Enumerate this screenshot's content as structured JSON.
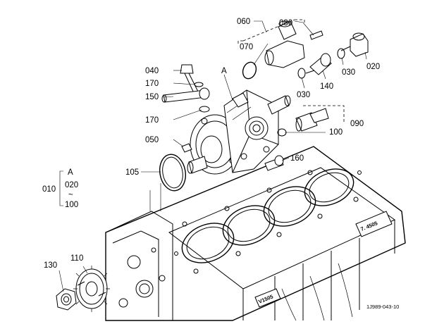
{
  "diagram": {
    "reference_code": "1J989-043-10",
    "view_marker": "A",
    "callouts": {
      "c010": "010",
      "c020": "020",
      "c030a": "030",
      "c030b": "030",
      "c040": "040",
      "c050": "050",
      "c060": "060",
      "c070": "070",
      "c080": "080",
      "c090": "090",
      "c100a": "100",
      "c100b": "100",
      "c105": "105",
      "c110": "110",
      "c130": "130",
      "c140": "140",
      "c150": "150",
      "c160": "160",
      "c170a": "170",
      "c170b": "170"
    },
    "bracket_group": {
      "marker": "A",
      "from": "020",
      "range_symbol": "~",
      "to": "100"
    },
    "engine_markings": {
      "model": "V1505",
      "plate": "7. 4505"
    }
  }
}
